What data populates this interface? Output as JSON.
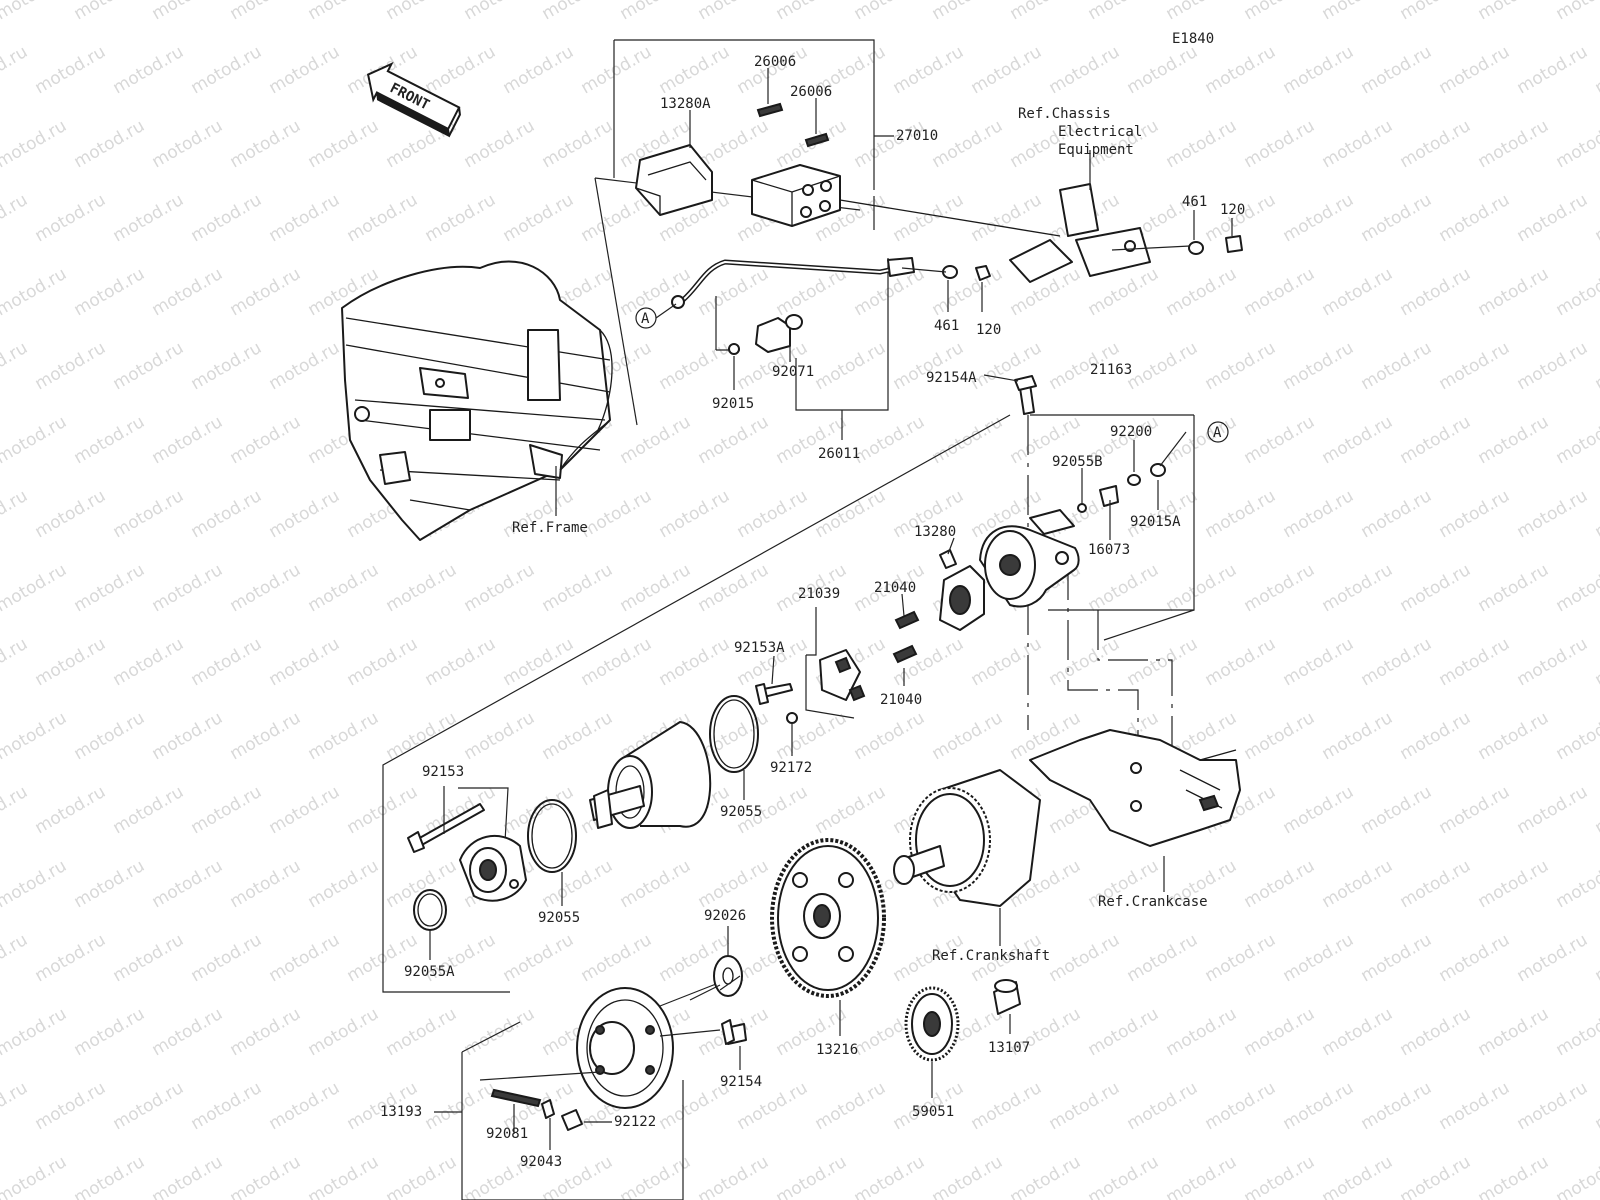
{
  "diagram_code": "E1840",
  "front_label": "FRONT",
  "watermark_text": "motod.ru",
  "refs": {
    "chassis_line1": "Ref.Chassis",
    "chassis_line2": "Electrical",
    "chassis_line3": "Equipment",
    "frame": "Ref.Frame",
    "crankcase": "Ref.Crankcase",
    "crankshaft": "Ref.Crankshaft"
  },
  "callouts": {
    "connection_a1": "A",
    "connection_a2": "A"
  },
  "parts": {
    "p26006a": "26006",
    "p26006b": "26006",
    "p13280A": "13280A",
    "p27010": "27010",
    "p461a": "461",
    "p120a": "120",
    "p461b": "461",
    "p120b": "120",
    "p92015": "92015",
    "p92071": "92071",
    "p26011": "26011",
    "p92154A": "92154A",
    "p21163": "21163",
    "p92200": "92200",
    "p92055B": "92055B",
    "p16073": "16073",
    "p92015A": "92015A",
    "p13280": "13280",
    "p21039": "21039",
    "p21040a": "21040",
    "p21040b": "21040",
    "p92153A": "92153A",
    "p92172": "92172",
    "p92055a": "92055",
    "p92153": "92153",
    "p92055b": "92055",
    "p92055A": "92055A",
    "p92026": "92026",
    "p92154": "92154",
    "p13216": "13216",
    "p59051": "59051",
    "p13107": "13107",
    "p13193": "13193",
    "p92081": "92081",
    "p92122": "92122",
    "p92043": "92043"
  }
}
